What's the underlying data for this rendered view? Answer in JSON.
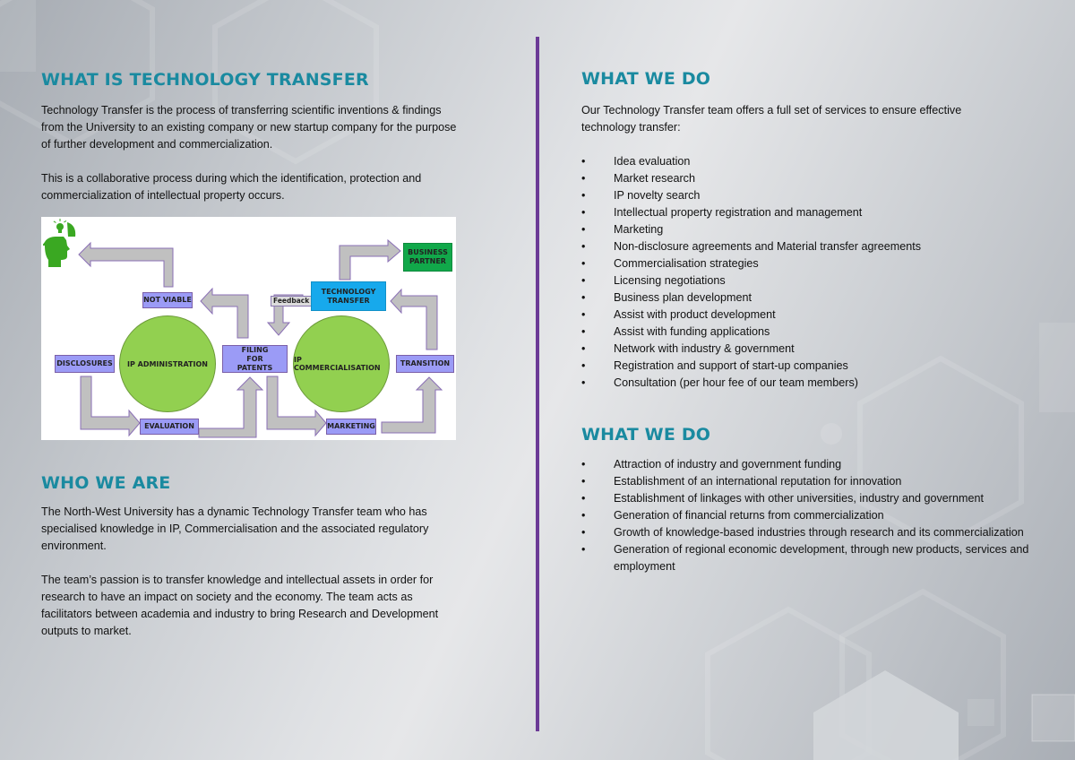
{
  "left": {
    "what_is": {
      "title": "WHAT IS TECHNOLOGY TRANSFER",
      "para1": "Technology Transfer is the process of transferring scientific inventions & findings from the University to an existing company or new startup company for the purpose of further development and commercialization.",
      "para2": "This is a collaborative process during which the identification, protection and commercialization of intellectual property occurs."
    },
    "diagram": {
      "icon": "head-lightbulb-icon",
      "not_viable": "NOT VIABLE",
      "disclosures": "DISCLOSURES",
      "ip_administration": "IP ADMINISTRATION",
      "evaluation": "EVALUATION",
      "filing_for_patents": "FILING FOR PATENTS",
      "feedback": "Feedback",
      "technology_transfer": "TECHNOLOGY TRANSFER",
      "business_partner": "BUSINESS PARTNER",
      "ip_commercialisation": "IP COMMERCIALISATION",
      "transition": "TRANSITION",
      "marketing": "MARKETING",
      "colors": {
        "purple_box": "#9b9bf6",
        "blue_box": "#17a9ec",
        "green_box": "#11a84a",
        "circle": "#92d050",
        "arrow": "#c0c0c0",
        "arrow_border": "#8a6fb5"
      }
    },
    "who_we_are": {
      "title": "WHO WE ARE",
      "para1": "The North-West University has a dynamic Technology Transfer team who has specialised knowledge in IP, Commercialisation and the associated regulatory environment.",
      "para2": "The team’s passion is to transfer knowledge and intellectual assets in order for research to have an impact on society and the economy.  The team acts as facilitators between academia and industry to bring Research and Development outputs to market."
    }
  },
  "right": {
    "what_we_do_1": {
      "title": "WHAT WE DO",
      "intro": "Our Technology Transfer team offers a full set of services to ensure effective technology transfer:",
      "bullet": "•",
      "items": [
        "Idea evaluation",
        "Market research",
        "IP novelty search",
        "Intellectual property registration and management",
        "Marketing",
        "Non-disclosure agreements and Material transfer agreements",
        "Commercialisation strategies",
        "Licensing negotiations",
        "Business plan development",
        "Assist with product development",
        "Assist with funding applications",
        "Network with industry & government",
        "Registration and support of start-up companies",
        "Consultation (per hour fee of our team members)"
      ]
    },
    "what_we_do_2": {
      "title": "WHAT WE DO",
      "bullet": "•",
      "items": [
        "Attraction of industry and government funding",
        "Establishment of an international reputation for innovation",
        "Establishment of linkages with other universities, industry and government",
        "Generation of financial returns from commercialization",
        "Growth of knowledge-based industries through research and its commercialization",
        "Generation of regional economic development, through new products, services and employment"
      ]
    }
  },
  "theme": {
    "heading_color": "#1a8aa0",
    "divider_color": "#6b3a96"
  }
}
